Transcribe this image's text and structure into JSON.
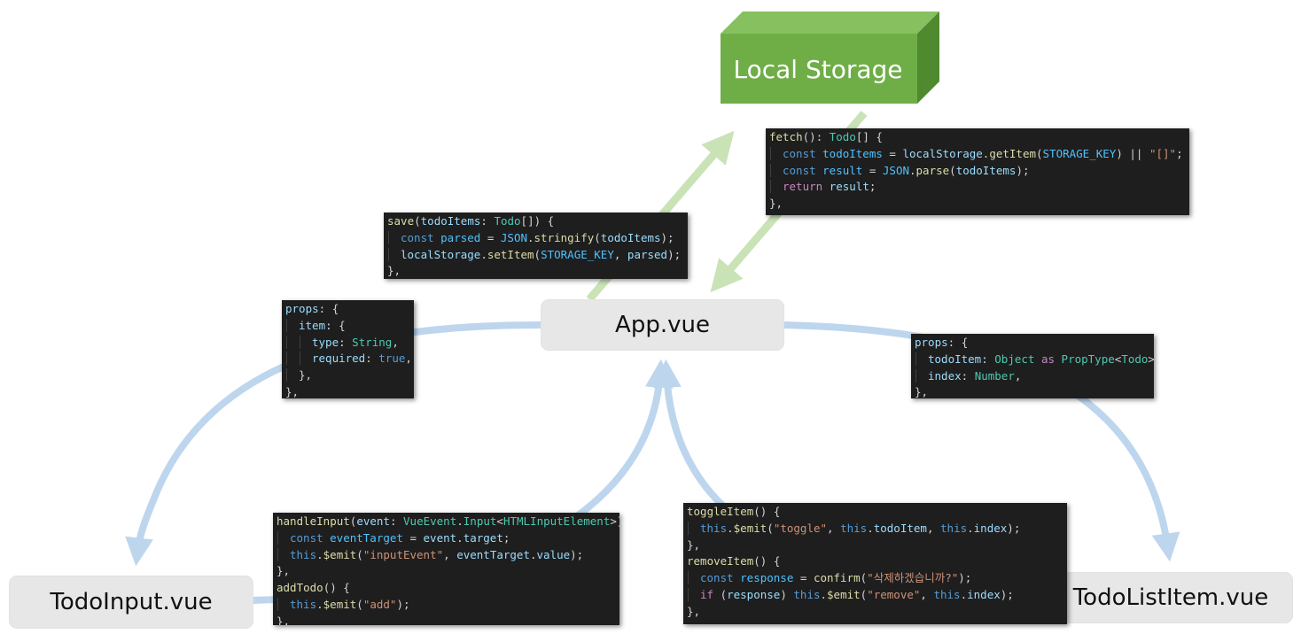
{
  "nodes": {
    "local_storage": "Local Storage",
    "app": "App.vue",
    "todo_input": "TodoInput.vue",
    "todo_list_item": "TodoListItem.vue"
  },
  "colors": {
    "storage_front": "#6fae47",
    "storage_top": "#86c05f",
    "storage_side": "#4f8a2e",
    "green_arrow": "#c9e3b7",
    "blue_arrow": "#bdd6ee",
    "node_fill": "#e7e7e7",
    "code_bg": "#1e1e1e"
  },
  "code_blocks": {
    "save": {
      "lines": [
        {
          "indent": 0,
          "tokens": [
            {
              "c": "fn",
              "t": "save"
            },
            {
              "c": "pun",
              "t": "("
            },
            {
              "c": "var",
              "t": "todoItems"
            },
            {
              "c": "pun",
              "t": ": "
            },
            {
              "c": "type",
              "t": "Todo"
            },
            {
              "c": "pun",
              "t": "[]) {"
            }
          ]
        },
        {
          "indent": 1,
          "tokens": [
            {
              "c": "kw",
              "t": "const "
            },
            {
              "c": "const",
              "t": "parsed"
            },
            {
              "c": "pun",
              "t": " = "
            },
            {
              "c": "const",
              "t": "JSON"
            },
            {
              "c": "pun",
              "t": "."
            },
            {
              "c": "fn",
              "t": "stringify"
            },
            {
              "c": "pun",
              "t": "("
            },
            {
              "c": "var",
              "t": "todoItems"
            },
            {
              "c": "pun",
              "t": ");"
            }
          ]
        },
        {
          "indent": 1,
          "tokens": [
            {
              "c": "var",
              "t": "localStorage"
            },
            {
              "c": "pun",
              "t": "."
            },
            {
              "c": "fn",
              "t": "setItem"
            },
            {
              "c": "pun",
              "t": "("
            },
            {
              "c": "const",
              "t": "STORAGE_KEY"
            },
            {
              "c": "pun",
              "t": ", "
            },
            {
              "c": "var",
              "t": "parsed"
            },
            {
              "c": "pun",
              "t": ");"
            }
          ]
        },
        {
          "indent": 0,
          "tokens": [
            {
              "c": "pun",
              "t": "},"
            }
          ]
        }
      ]
    },
    "fetch": {
      "lines": [
        {
          "indent": 0,
          "tokens": [
            {
              "c": "fn",
              "t": "fetch"
            },
            {
              "c": "pun",
              "t": "(): "
            },
            {
              "c": "type",
              "t": "Todo"
            },
            {
              "c": "pun",
              "t": "[] {"
            }
          ]
        },
        {
          "indent": 1,
          "tokens": [
            {
              "c": "kw",
              "t": "const "
            },
            {
              "c": "const",
              "t": "todoItems"
            },
            {
              "c": "pun",
              "t": " = "
            },
            {
              "c": "var",
              "t": "localStorage"
            },
            {
              "c": "pun",
              "t": "."
            },
            {
              "c": "fn",
              "t": "getItem"
            },
            {
              "c": "pun",
              "t": "("
            },
            {
              "c": "const",
              "t": "STORAGE_KEY"
            },
            {
              "c": "pun",
              "t": ") || "
            },
            {
              "c": "str",
              "t": "\"[]\""
            },
            {
              "c": "pun",
              "t": ";"
            }
          ]
        },
        {
          "indent": 1,
          "tokens": [
            {
              "c": "kw",
              "t": "const "
            },
            {
              "c": "const",
              "t": "result"
            },
            {
              "c": "pun",
              "t": " = "
            },
            {
              "c": "const",
              "t": "JSON"
            },
            {
              "c": "pun",
              "t": "."
            },
            {
              "c": "fn",
              "t": "parse"
            },
            {
              "c": "pun",
              "t": "("
            },
            {
              "c": "var",
              "t": "todoItems"
            },
            {
              "c": "pun",
              "t": ");"
            }
          ]
        },
        {
          "indent": 1,
          "tokens": [
            {
              "c": "ctl",
              "t": "return "
            },
            {
              "c": "var",
              "t": "result"
            },
            {
              "c": "pun",
              "t": ";"
            }
          ]
        },
        {
          "indent": 0,
          "tokens": [
            {
              "c": "pun",
              "t": "},"
            }
          ]
        }
      ]
    },
    "props_item": {
      "lines": [
        {
          "indent": 0,
          "tokens": [
            {
              "c": "var",
              "t": "props"
            },
            {
              "c": "pun",
              "t": ": {"
            }
          ]
        },
        {
          "indent": 1,
          "tokens": [
            {
              "c": "var",
              "t": "item"
            },
            {
              "c": "pun",
              "t": ": {"
            }
          ]
        },
        {
          "indent": 2,
          "tokens": [
            {
              "c": "var",
              "t": "type"
            },
            {
              "c": "pun",
              "t": ": "
            },
            {
              "c": "type",
              "t": "String"
            },
            {
              "c": "pun",
              "t": ","
            }
          ]
        },
        {
          "indent": 2,
          "tokens": [
            {
              "c": "var",
              "t": "required"
            },
            {
              "c": "pun",
              "t": ": "
            },
            {
              "c": "kw",
              "t": "true"
            },
            {
              "c": "pun",
              "t": ","
            }
          ]
        },
        {
          "indent": 1,
          "tokens": [
            {
              "c": "pun",
              "t": "},"
            }
          ]
        },
        {
          "indent": 0,
          "tokens": [
            {
              "c": "pun",
              "t": "},"
            }
          ]
        }
      ]
    },
    "props_todo": {
      "lines": [
        {
          "indent": 0,
          "tokens": [
            {
              "c": "var",
              "t": "props"
            },
            {
              "c": "pun",
              "t": ": {"
            }
          ]
        },
        {
          "indent": 1,
          "tokens": [
            {
              "c": "var",
              "t": "todoItem"
            },
            {
              "c": "pun",
              "t": ": "
            },
            {
              "c": "type",
              "t": "Object"
            },
            {
              "c": "ctl",
              "t": " as "
            },
            {
              "c": "type",
              "t": "PropType"
            },
            {
              "c": "pun",
              "t": "<"
            },
            {
              "c": "type",
              "t": "Todo"
            },
            {
              "c": "pun",
              "t": ">,"
            }
          ]
        },
        {
          "indent": 1,
          "tokens": [
            {
              "c": "var",
              "t": "index"
            },
            {
              "c": "pun",
              "t": ": "
            },
            {
              "c": "type",
              "t": "Number"
            },
            {
              "c": "pun",
              "t": ","
            }
          ]
        },
        {
          "indent": 0,
          "tokens": [
            {
              "c": "pun",
              "t": "},"
            }
          ]
        }
      ]
    },
    "input_methods": {
      "lines": [
        {
          "indent": 0,
          "tokens": [
            {
              "c": "fn",
              "t": "handleInput"
            },
            {
              "c": "pun",
              "t": "("
            },
            {
              "c": "var",
              "t": "event"
            },
            {
              "c": "pun",
              "t": ": "
            },
            {
              "c": "type",
              "t": "VueEvent"
            },
            {
              "c": "pun",
              "t": "."
            },
            {
              "c": "type",
              "t": "Input"
            },
            {
              "c": "pun",
              "t": "<"
            },
            {
              "c": "type",
              "t": "HTMLInputElement"
            },
            {
              "c": "pun",
              "t": ">) {"
            }
          ]
        },
        {
          "indent": 1,
          "tokens": [
            {
              "c": "kw",
              "t": "const "
            },
            {
              "c": "const",
              "t": "eventTarget"
            },
            {
              "c": "pun",
              "t": " = "
            },
            {
              "c": "var",
              "t": "event"
            },
            {
              "c": "pun",
              "t": "."
            },
            {
              "c": "var",
              "t": "target"
            },
            {
              "c": "pun",
              "t": ";"
            }
          ]
        },
        {
          "indent": 1,
          "tokens": [
            {
              "c": "kw",
              "t": "this"
            },
            {
              "c": "pun",
              "t": "."
            },
            {
              "c": "fn",
              "t": "$emit"
            },
            {
              "c": "pun",
              "t": "("
            },
            {
              "c": "str",
              "t": "\"inputEvent\""
            },
            {
              "c": "pun",
              "t": ", "
            },
            {
              "c": "var",
              "t": "eventTarget"
            },
            {
              "c": "pun",
              "t": "."
            },
            {
              "c": "var",
              "t": "value"
            },
            {
              "c": "pun",
              "t": ");"
            }
          ]
        },
        {
          "indent": 0,
          "tokens": [
            {
              "c": "pun",
              "t": "},"
            }
          ]
        },
        {
          "indent": 0,
          "tokens": [
            {
              "c": "fn",
              "t": "addTodo"
            },
            {
              "c": "pun",
              "t": "() {"
            }
          ]
        },
        {
          "indent": 1,
          "tokens": [
            {
              "c": "kw",
              "t": "this"
            },
            {
              "c": "pun",
              "t": "."
            },
            {
              "c": "fn",
              "t": "$emit"
            },
            {
              "c": "pun",
              "t": "("
            },
            {
              "c": "str",
              "t": "\"add\""
            },
            {
              "c": "pun",
              "t": ");"
            }
          ]
        },
        {
          "indent": 0,
          "tokens": [
            {
              "c": "pun",
              "t": "},"
            }
          ]
        }
      ]
    },
    "list_methods": {
      "lines": [
        {
          "indent": 0,
          "tokens": [
            {
              "c": "fn",
              "t": "toggleItem"
            },
            {
              "c": "pun",
              "t": "() {"
            }
          ]
        },
        {
          "indent": 1,
          "tokens": [
            {
              "c": "kw",
              "t": "this"
            },
            {
              "c": "pun",
              "t": "."
            },
            {
              "c": "fn",
              "t": "$emit"
            },
            {
              "c": "pun",
              "t": "("
            },
            {
              "c": "str",
              "t": "\"toggle\""
            },
            {
              "c": "pun",
              "t": ", "
            },
            {
              "c": "kw",
              "t": "this"
            },
            {
              "c": "pun",
              "t": "."
            },
            {
              "c": "var",
              "t": "todoItem"
            },
            {
              "c": "pun",
              "t": ", "
            },
            {
              "c": "kw",
              "t": "this"
            },
            {
              "c": "pun",
              "t": "."
            },
            {
              "c": "var",
              "t": "index"
            },
            {
              "c": "pun",
              "t": ");"
            }
          ]
        },
        {
          "indent": 0,
          "tokens": [
            {
              "c": "pun",
              "t": "},"
            }
          ]
        },
        {
          "indent": 0,
          "tokens": [
            {
              "c": "fn",
              "t": "removeItem"
            },
            {
              "c": "pun",
              "t": "() {"
            }
          ]
        },
        {
          "indent": 1,
          "tokens": [
            {
              "c": "kw",
              "t": "const "
            },
            {
              "c": "const",
              "t": "response"
            },
            {
              "c": "pun",
              "t": " = "
            },
            {
              "c": "fn",
              "t": "confirm"
            },
            {
              "c": "pun",
              "t": "("
            },
            {
              "c": "str",
              "t": "\"삭제하겠습니까?\""
            },
            {
              "c": "pun",
              "t": ");"
            }
          ]
        },
        {
          "indent": 1,
          "tokens": [
            {
              "c": "ctl",
              "t": "if "
            },
            {
              "c": "pun",
              "t": "("
            },
            {
              "c": "var",
              "t": "response"
            },
            {
              "c": "pun",
              "t": ") "
            },
            {
              "c": "kw",
              "t": "this"
            },
            {
              "c": "pun",
              "t": "."
            },
            {
              "c": "fn",
              "t": "$emit"
            },
            {
              "c": "pun",
              "t": "("
            },
            {
              "c": "str",
              "t": "\"remove\""
            },
            {
              "c": "pun",
              "t": ", "
            },
            {
              "c": "kw",
              "t": "this"
            },
            {
              "c": "pun",
              "t": "."
            },
            {
              "c": "var",
              "t": "index"
            },
            {
              "c": "pun",
              "t": ");"
            }
          ]
        },
        {
          "indent": 0,
          "tokens": [
            {
              "c": "pun",
              "t": "},"
            }
          ]
        }
      ]
    }
  }
}
